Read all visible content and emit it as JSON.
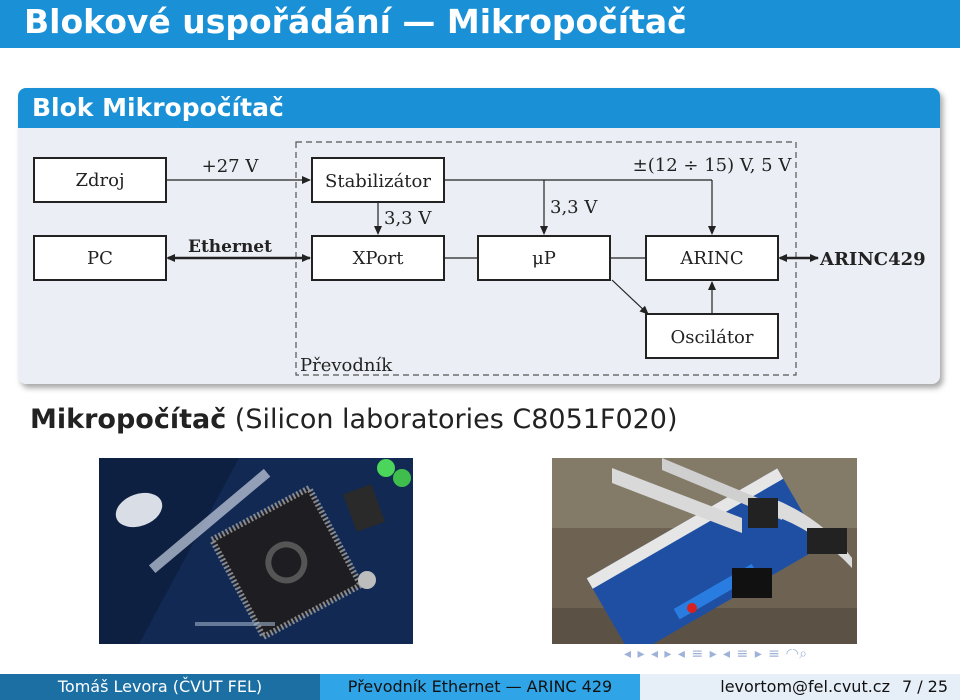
{
  "slide": {
    "title": "Blokové uspořádání — Mikropočítač",
    "block_title": "Blok Mikropočítač",
    "subheading_bold": "Mikropočítač",
    "subheading_rest": " (Silicon laboratories C8051F020)"
  },
  "diagram": {
    "nodes": {
      "zdroj": "Zdroj",
      "pc": "PC",
      "stabilizator": "Stabilizátor",
      "xport": "XPort",
      "up": "μP",
      "arinc": "ARINC",
      "oscilator": "Oscilátor",
      "prevodnik": "Převodník"
    },
    "labels": {
      "v27": "+27 V",
      "ethernet": "Ethernet",
      "v33_a": "3,3 V",
      "v33_b": "3,3 V",
      "range": "±(12 ÷ 15) V, 5 V",
      "arinc429": "ARINC429"
    }
  },
  "photos": {
    "left": "photo-board-closeup",
    "right": "photo-board-setup"
  },
  "footer": {
    "author": "Tomáš Levora  (ČVUT FEL)",
    "talk": "Převodník Ethernet — ARINC 429",
    "email": "levortom@fel.cvut.cz",
    "page": "7 / 25"
  },
  "colors": {
    "accent": "#1a91d6",
    "footer_dark": "#1c6fa3",
    "footer_light": "#2fa4e7",
    "block_bg": "#ebeff5"
  }
}
